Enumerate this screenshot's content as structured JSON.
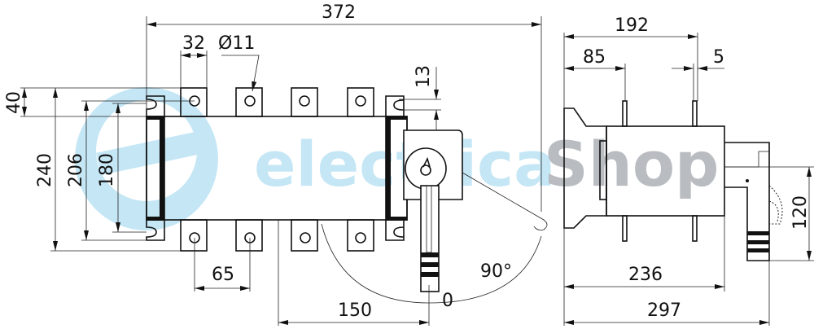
{
  "watermark": {
    "part1": "electrica",
    "part2": "Shop",
    "color1": "#c4e6f5",
    "color2": "#b9bcc0"
  },
  "front_view": {
    "dims": {
      "overall_width": "372",
      "terminal_width": "32",
      "hole_diameter": "Ø11",
      "terminal_height": "40",
      "total_height": "240",
      "mount_height": "206",
      "body_height": "180",
      "pole_pitch": "65",
      "handle_offset": "150",
      "handle_offset_top": "13",
      "rotation_angle": "90°",
      "position_zero": "0"
    }
  },
  "side_view": {
    "dims": {
      "overall_depth_top": "192",
      "pin_offset": "85",
      "pin_width": "5",
      "body_depth": "236",
      "overall_depth": "297",
      "handle_height": "120"
    }
  }
}
